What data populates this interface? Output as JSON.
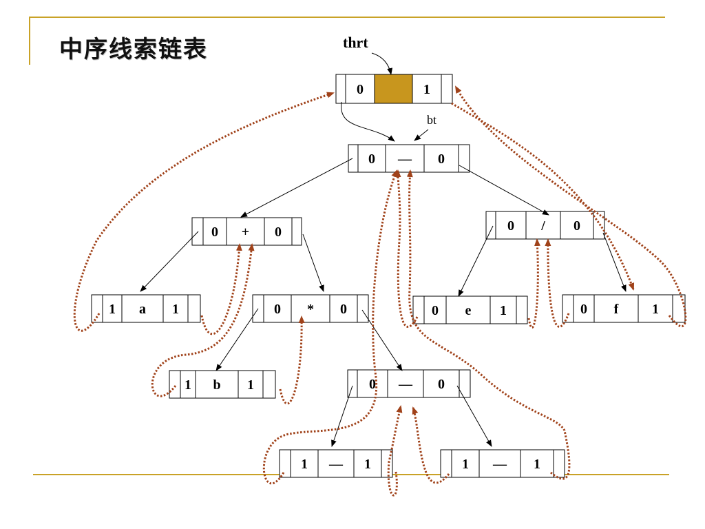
{
  "title": "中序线索链表",
  "labels": {
    "thrt": "thrt",
    "bt": "bt"
  },
  "colors": {
    "accent_rule": "#c9a227",
    "head_fill": "#c8961e",
    "thread": "#a0421a"
  },
  "nodes": [
    {
      "id": "head",
      "ltag": "0",
      "data": "",
      "rtag": "1"
    },
    {
      "id": "minus1",
      "ltag": "0",
      "data": "—",
      "rtag": "0"
    },
    {
      "id": "plus",
      "ltag": "0",
      "data": "+",
      "rtag": "0"
    },
    {
      "id": "div",
      "ltag": "0",
      "data": "/",
      "rtag": "0"
    },
    {
      "id": "a",
      "ltag": "1",
      "data": "a",
      "rtag": "1"
    },
    {
      "id": "mul",
      "ltag": "0",
      "data": "*",
      "rtag": "0"
    },
    {
      "id": "e",
      "ltag": "0",
      "data": "e",
      "rtag": "1"
    },
    {
      "id": "f",
      "ltag": "0",
      "data": "f",
      "rtag": "1"
    },
    {
      "id": "b",
      "ltag": "1",
      "data": "b",
      "rtag": "1"
    },
    {
      "id": "minus2",
      "ltag": "0",
      "data": "—",
      "rtag": "0"
    },
    {
      "id": "c",
      "ltag": "1",
      "data": "—",
      "rtag": "1"
    },
    {
      "id": "d",
      "ltag": "1",
      "data": "—",
      "rtag": "1"
    }
  ]
}
